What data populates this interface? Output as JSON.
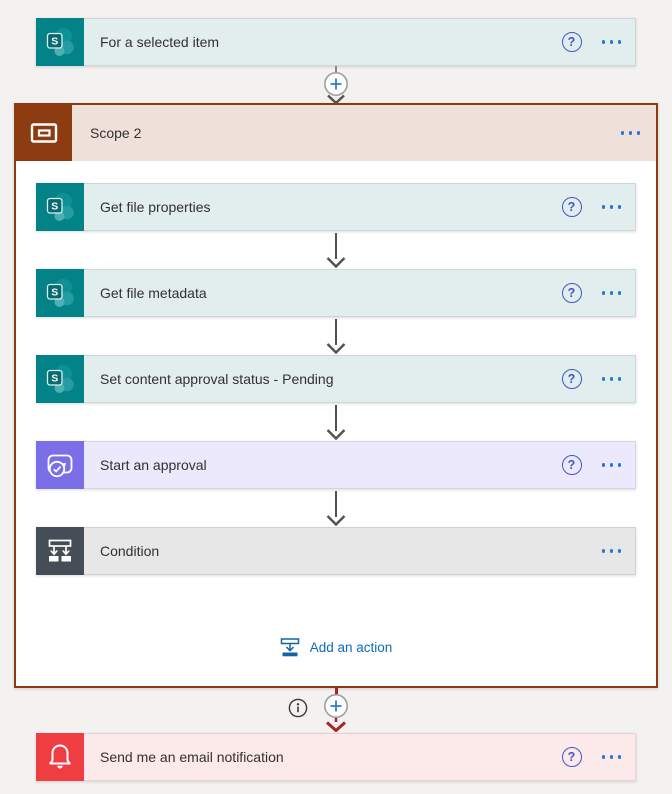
{
  "trigger": {
    "title": "For a selected item"
  },
  "scope": {
    "title": "Scope 2",
    "actions": [
      {
        "title": "Get file properties"
      },
      {
        "title": "Get file metadata"
      },
      {
        "title": "Set content approval status - Pending"
      },
      {
        "title": "Start an approval"
      },
      {
        "title": "Condition"
      }
    ],
    "add_action_label": "Add an action"
  },
  "notification": {
    "title": "Send me an email notification"
  },
  "icons": {
    "help_glyph": "?",
    "trigger_icon": "sharepoint-logo",
    "scope_icon": "scope-frame",
    "approval_icon": "approvals-checkmark",
    "condition_icon": "condition-branch",
    "notification_icon": "bell",
    "connector_icon": "plus-in-circle",
    "info_icon": "info-circle",
    "add_action_icon": "insert-action-arrow",
    "more_icon": "ellipsis-dots"
  },
  "colors": {
    "page_bg": "#f3f2f1",
    "sharepoint_teal": "#038387",
    "sharepoint_card_bg": "#e2eded",
    "scope_brown": "#8d3b11",
    "scope_header_bg": "#efe1d9",
    "approvals_purple": "#7a6fe8",
    "approvals_card_bg": "#ebe9fb",
    "condition_gray": "#454d57",
    "condition_card_bg": "#e7e7e8",
    "notification_red": "#ef3e42",
    "notification_card_bg": "#fce9e9",
    "link_blue": "#0b6cbd",
    "accent_blue": "#2777d4",
    "help_blue": "#4257c9",
    "arrow_gray": "#54504e",
    "connector_red": "#a4262c"
  }
}
